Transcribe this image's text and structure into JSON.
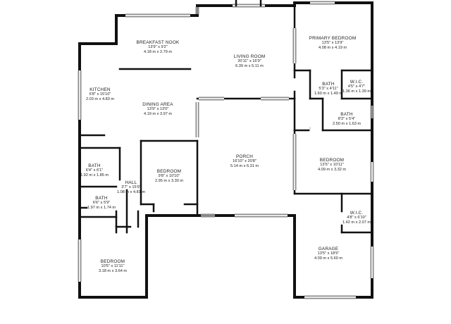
{
  "rooms": {
    "breakfast_nook": {
      "name": "BREAKFAST NOOK",
      "imperial": "13'9\" x 9'2\"",
      "metric": "4.18 m x 2.79 m"
    },
    "living_room": {
      "name": "LIVING ROOM",
      "imperial": "20'11\" x 16'9\"",
      "metric": "6.39 m x 5.11 m"
    },
    "primary_bedroom": {
      "name": "PRIMARY BEDROOM",
      "imperial": "13'5\" x 13'9\"",
      "metric": "4.08 m x 4.19 m"
    },
    "kitchen": {
      "name": "KITCHEN",
      "imperial": "6'8\" x 15'10\"",
      "metric": "2.03 m x 4.83 m"
    },
    "bath_primary": {
      "name": "BATH",
      "imperial": "5'3\" x 4'11\"",
      "metric": "1.60 m x 1.49 m"
    },
    "wic_primary": {
      "name": "W.I.C.",
      "imperial": "4'5\" x 4'7\"",
      "metric": "1.36 m x 1.39 m"
    },
    "dining_area": {
      "name": "DINING AREA",
      "imperial": "13'9\" x 13'0\"",
      "metric": "4.19 m x 3.97 m"
    },
    "bath_primary_2": {
      "name": "BATH",
      "imperial": "8'3\" x 5'4\"",
      "metric": "2.50 m x 1.63 m"
    },
    "porch": {
      "name": "PORCH",
      "imperial": "16'10\" x 20'8\"",
      "metric": "5.14 m x 6.31 m"
    },
    "bedroom_east": {
      "name": "BEDROOM",
      "imperial": "13'5\" x 10'11\"",
      "metric": "4.09 m x 3.32 m"
    },
    "bath_west": {
      "name": "BATH",
      "imperial": "6'4\" x 6'1\"",
      "metric": "1.92 m x 1.85 m"
    },
    "bedroom_center": {
      "name": "BEDROOM",
      "imperial": "9'8\" x 10'10\"",
      "metric": "2.95 m x 3.30 m"
    },
    "hall": {
      "name": "HALL",
      "imperial": "3'7\" x 15'9\"",
      "metric": "1.08 m x 4.81 m"
    },
    "bath_small": {
      "name": "BATH",
      "imperial": "6'6\" x 5'9\"",
      "metric": "1.97 m x 1.74 m"
    },
    "wic_garage": {
      "name": "W.I.C.",
      "imperial": "4'8\" x 6'10\"",
      "metric": "1.42 m x 2.07 m"
    },
    "garage": {
      "name": "GARAGE",
      "imperial": "13'5\" x 18'5\"",
      "metric": "4.09 m x 5.60 m"
    },
    "bedroom_sw": {
      "name": "BEDROOM",
      "imperial": "10'5\" x 11'11\"",
      "metric": "3.18 m x 3.64 m"
    }
  }
}
